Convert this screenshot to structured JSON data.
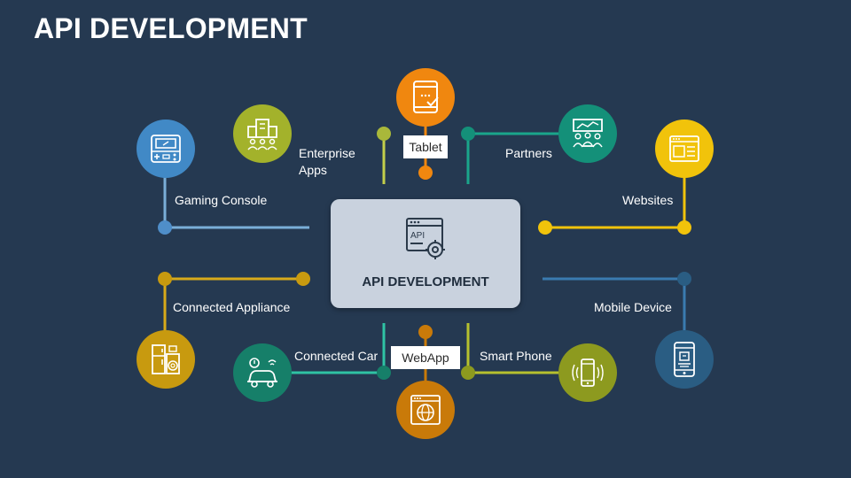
{
  "title": "API DEVELOPMENT",
  "center": {
    "label": "API DEVELOPMENT",
    "icon": "api-settings-icon",
    "icon_text": "API"
  },
  "nodes": {
    "tablet": {
      "label": "Tablet",
      "icon": "tablet-check-icon",
      "color": "#f0870f"
    },
    "enterprise_apps": {
      "label_line1": "Enterprise",
      "label_line2": "Apps",
      "icon": "enterprise-building-icon",
      "color": "#a3b22b"
    },
    "partners": {
      "label": "Partners",
      "icon": "partners-meeting-icon",
      "color": "#149079"
    },
    "gaming_console": {
      "label": "Gaming Console",
      "icon": "gaming-console-icon",
      "color": "#4189c6"
    },
    "websites": {
      "label": "Websites",
      "icon": "website-icon",
      "color": "#f1c30b"
    },
    "connected_appliance": {
      "label": "Connected Appliance",
      "icon": "appliance-icon",
      "color": "#c89a0f"
    },
    "mobile_device": {
      "label": "Mobile Device",
      "icon": "mobile-device-icon",
      "color": "#2a5d83"
    },
    "connected_car": {
      "label": "Connected Car",
      "icon": "connected-car-icon",
      "color": "#167f69"
    },
    "webapp": {
      "label": "WebApp",
      "icon": "web-globe-icon",
      "color": "#c97a09"
    },
    "smart_phone": {
      "label": "Smart Phone",
      "icon": "smart-phone-icon",
      "color": "#8d9a1f"
    }
  }
}
